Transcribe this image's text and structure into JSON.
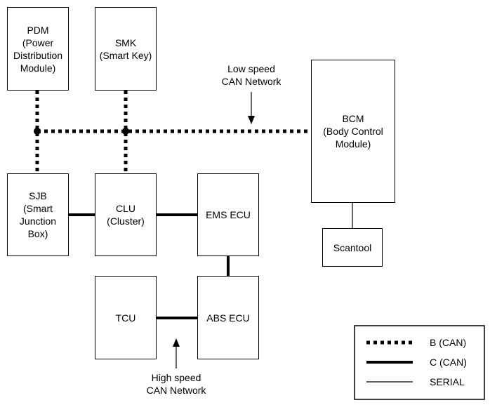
{
  "diagram": {
    "modules": {
      "pdm": "PDM\n(Power\nDistribution\nModule)",
      "smk": "SMK\n(Smart Key)",
      "bcm": "BCM\n(Body Control\nModule)",
      "sjb": "SJB\n(Smart\nJunction\nBox)",
      "clu": "CLU\n(Cluster)",
      "ems": "EMS ECU",
      "scantool": "Scantool",
      "tcu": "TCU",
      "abs": "ABS ECU"
    },
    "annotations": {
      "low_speed": "Low speed\nCAN Network",
      "high_speed": "High speed\nCAN Network"
    },
    "legend": {
      "b_can": "B (CAN)",
      "c_can": "C (CAN)",
      "serial": "SERIAL"
    }
  }
}
